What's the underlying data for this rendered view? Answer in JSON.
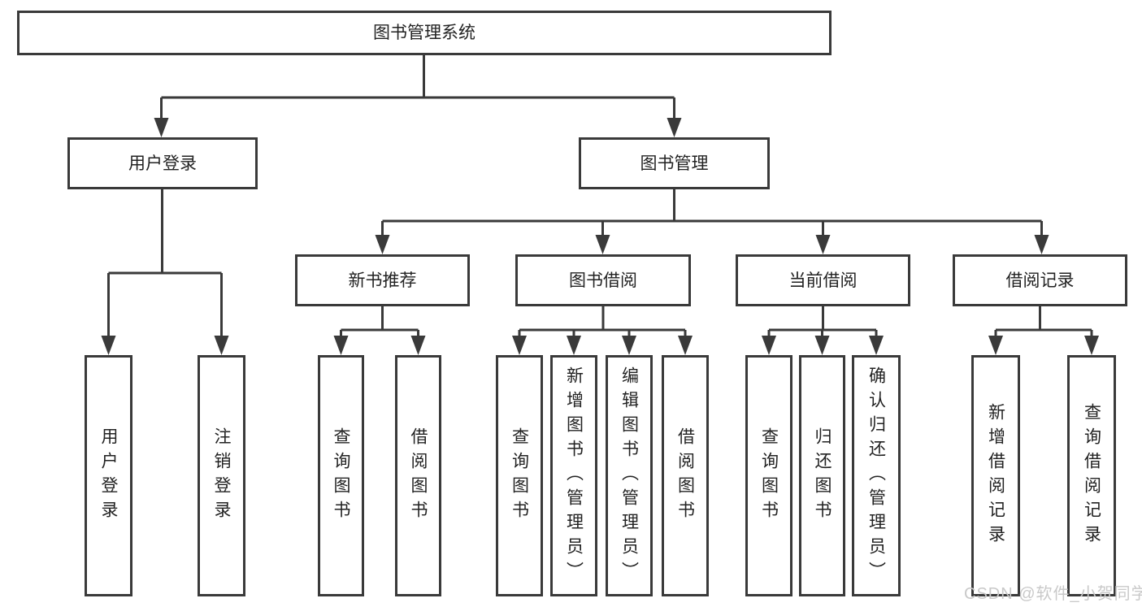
{
  "diagram": {
    "root": {
      "label": "图书管理系统"
    },
    "user_branch": {
      "label": "用户登录",
      "children": [
        {
          "label": "用户登录"
        },
        {
          "label": "注销登录"
        }
      ]
    },
    "book_branch": {
      "label": "图书管理",
      "groups": [
        {
          "label": "新书推荐",
          "children": [
            {
              "label": "查询图书"
            },
            {
              "label": "借阅图书"
            }
          ]
        },
        {
          "label": "图书借阅",
          "children": [
            {
              "label": "查询图书"
            },
            {
              "label": "新增图书（管理员）"
            },
            {
              "label": "编辑图书（管理员）"
            },
            {
              "label": "借阅图书"
            }
          ]
        },
        {
          "label": "当前借阅",
          "children": [
            {
              "label": "查询图书"
            },
            {
              "label": "归还图书"
            },
            {
              "label": "确认归还（管理员）"
            }
          ]
        },
        {
          "label": "借阅记录",
          "children": [
            {
              "label": "新增借阅记录"
            },
            {
              "label": "查询借阅记录"
            }
          ]
        }
      ]
    }
  },
  "watermark": {
    "text": "CSDN @软件_小贺同学"
  },
  "colors": {
    "line": "#3a3a3a",
    "text": "#222222",
    "background": "#ffffff",
    "watermark": "#c9c9c9"
  }
}
